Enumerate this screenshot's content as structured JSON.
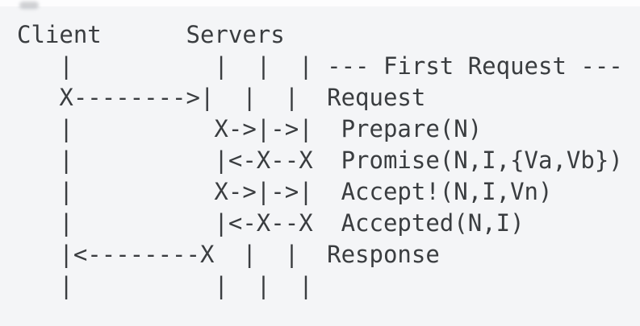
{
  "page": {
    "background_color": "#f4f5f7",
    "top_band_color": "#fdfdfe",
    "text_color": "#3a3d40"
  },
  "diagram": {
    "type": "ascii-sequence-diagram",
    "protocol": "Paxos basic message flow",
    "lanes": {
      "client_label": "Client",
      "servers_label": "Servers",
      "server_count": 3
    },
    "section_label": "--- First Request ---",
    "messages": [
      {
        "label": "Request",
        "arrow": "X-------->|  |  |"
      },
      {
        "label": "Prepare(N)",
        "arrow": "X->|->|"
      },
      {
        "label": "Promise(N,I,{Va,Vb})",
        "arrow": "|<-X--X"
      },
      {
        "label": "Accept!(N,I,Vn)",
        "arrow": "X->|->|"
      },
      {
        "label": "Accepted(N,I)",
        "arrow": "|<-X--X"
      },
      {
        "label": "Response",
        "arrow": "|<--------X  |  |"
      }
    ],
    "lines": [
      "Client      Servers",
      "   |          |  |  | --- First Request ---",
      "   X-------->|  |  |  Request",
      "   |          X->|->|  Prepare(N)",
      "   |          |<-X--X  Promise(N,I,{Va,Vb})",
      "   |          X->|->|  Accept!(N,I,Vn)",
      "   |          |<-X--X  Accepted(N,I)",
      "   |<--------X  |  |  Response",
      "   |          |  |  |"
    ]
  }
}
